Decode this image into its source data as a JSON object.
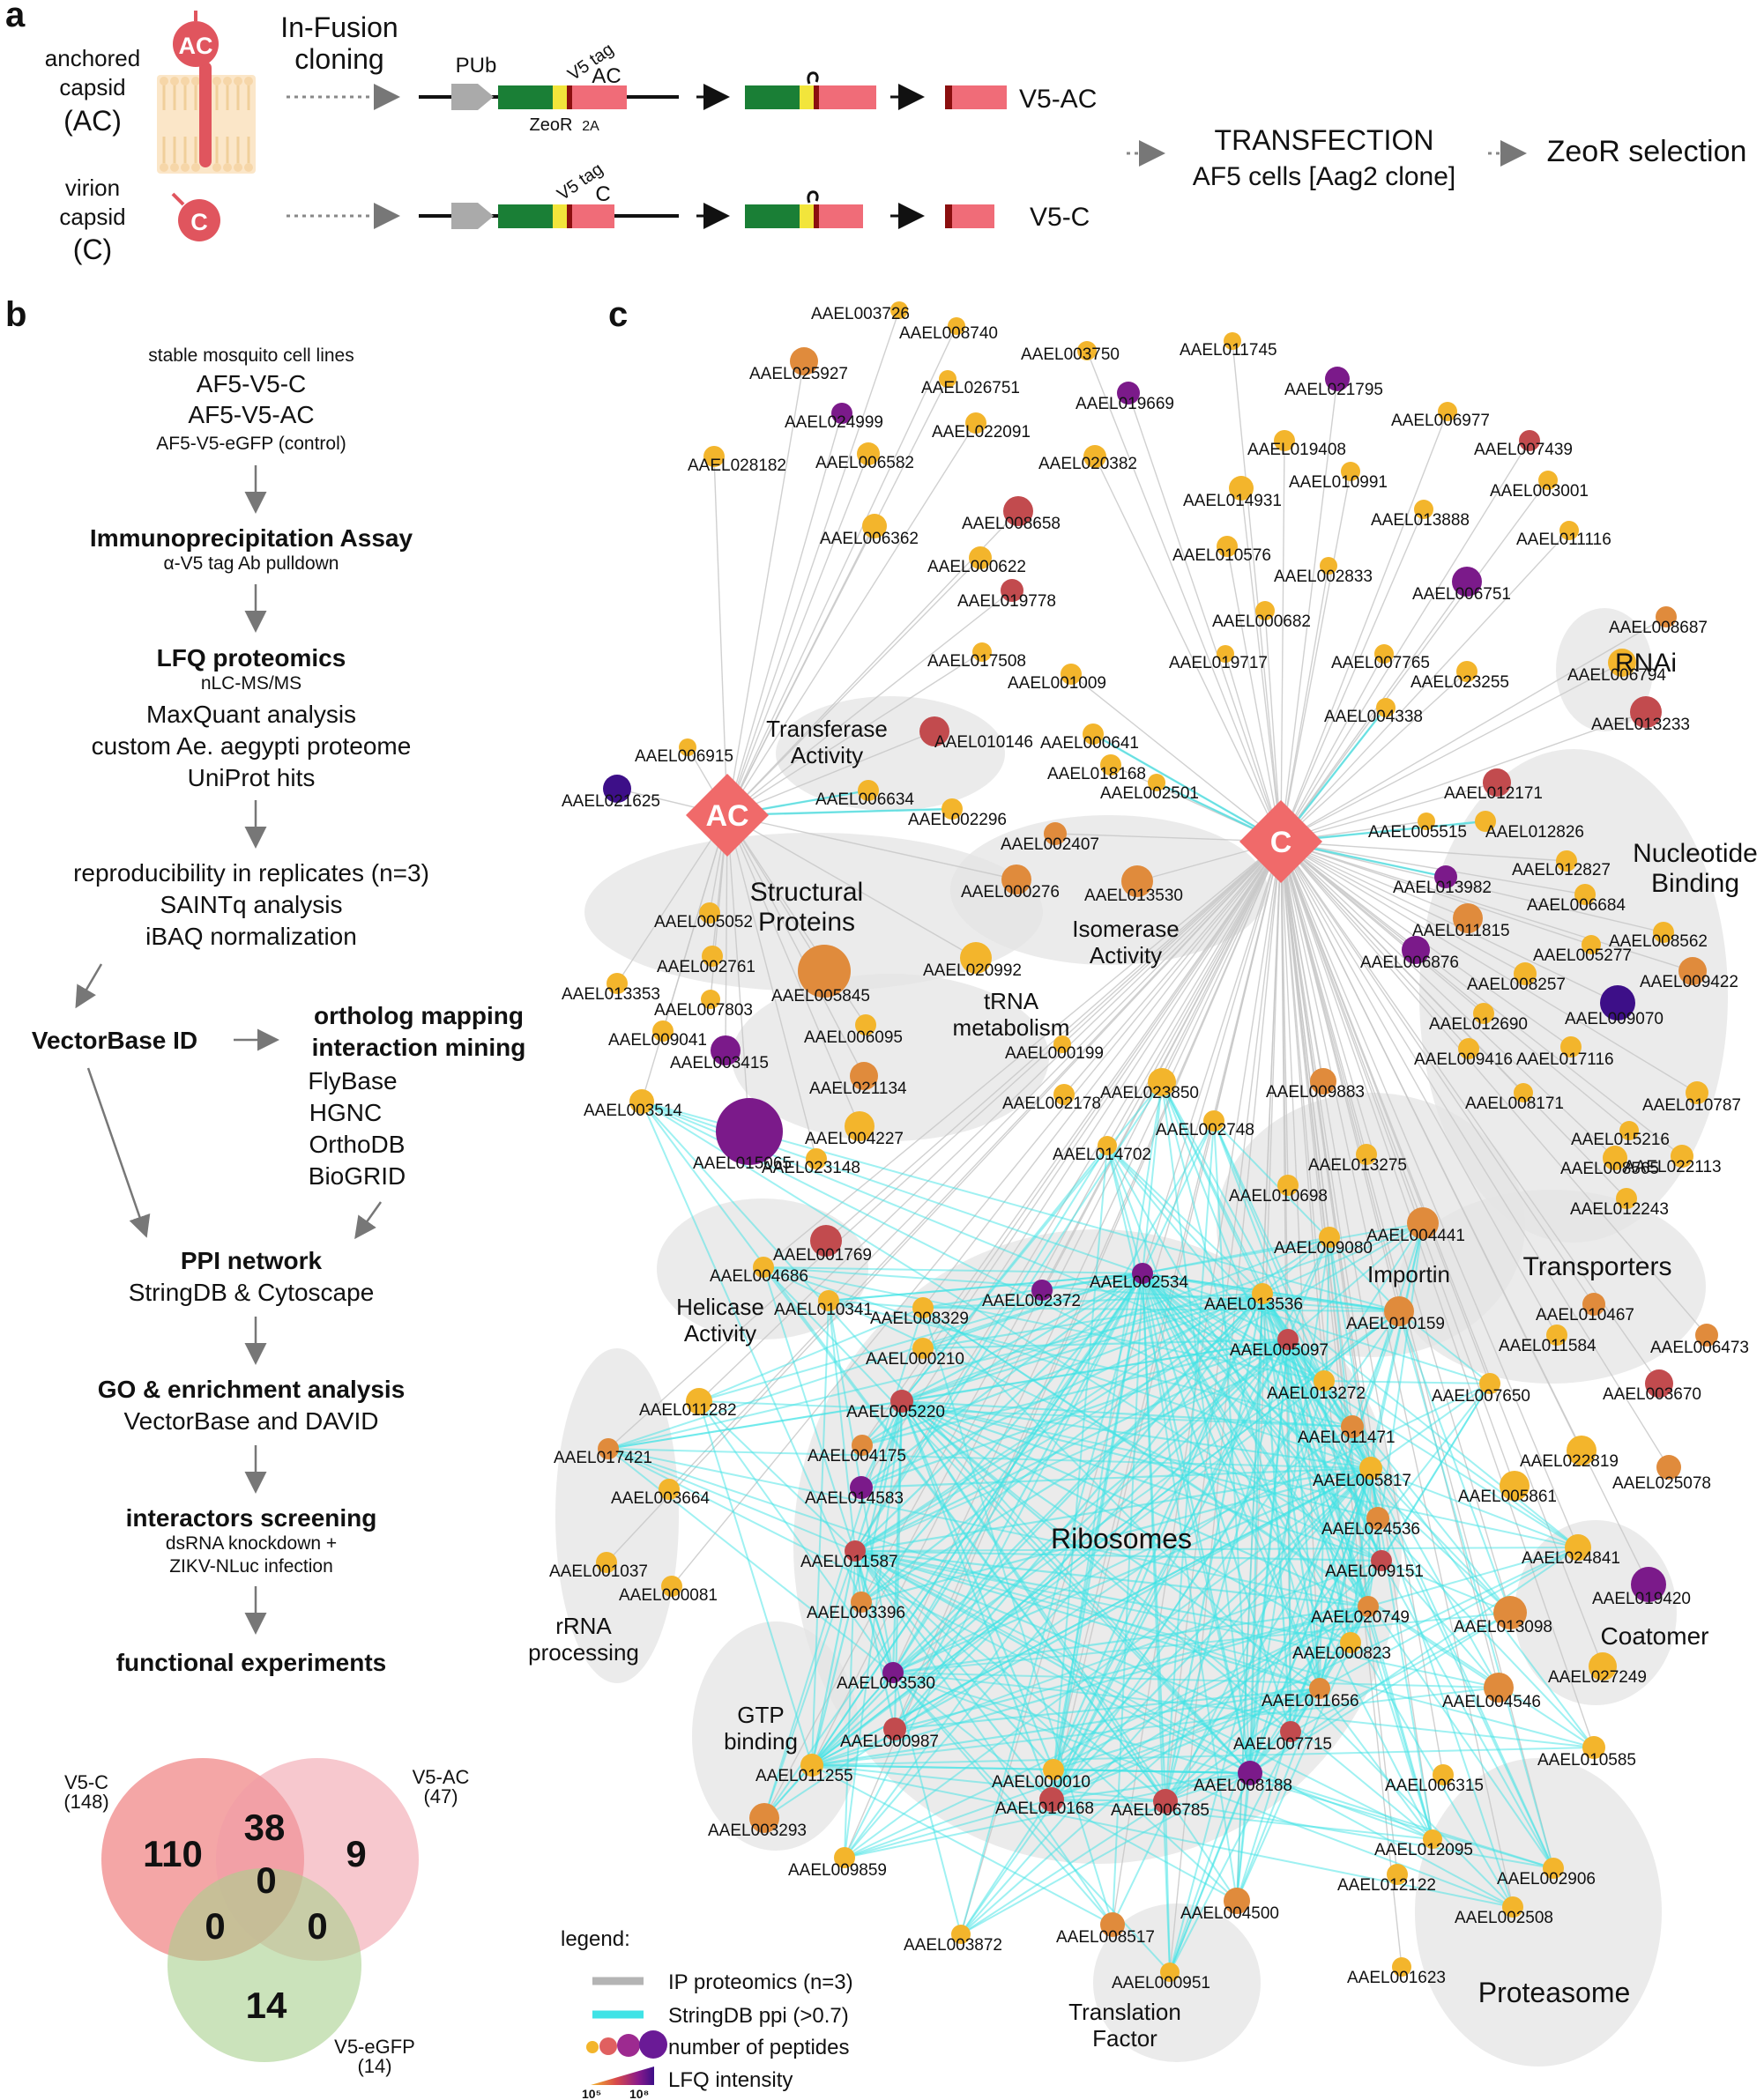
{
  "panel_a": {
    "letter": "a",
    "anchored": [
      "anchored",
      "capsid",
      "(AC)"
    ],
    "virion": [
      "virion",
      "capsid",
      "(C)"
    ],
    "ac_badge": "AC",
    "c_badge": "C",
    "infusion": [
      "In-Fusion",
      "cloning"
    ],
    "pub": "PUb",
    "zeor": "ZeoR",
    "t2a": "2A",
    "v5tag": "V5 tag",
    "ac_label": "AC",
    "c_label": "C",
    "v5ac": "V5-AC",
    "v5c": "V5-C",
    "transfection": "TRANSFECTION",
    "af5": "AF5 cells [Aag2 clone]",
    "zeor_selection": "ZeoR selection"
  },
  "panel_b": {
    "letter": "b",
    "lines": {
      "stable": "stable mosquito cell lines",
      "af5c": "AF5-V5-C",
      "af5ac": "AF5-V5-AC",
      "af5gfp": "AF5-V5-eGFP (control)",
      "ip": "Immunoprecipitation Assay",
      "ip_sub": "α-V5 tag Ab pulldown",
      "lfq": "LFQ proteomics",
      "nlc": "nLC-MS/MS",
      "maxquant": "MaxQuant analysis",
      "custom": "custom Ae. aegypti proteome",
      "uniprot": "UniProt hits",
      "repro": "reproducibility in replicates (n=3)",
      "saint": "SAINTq analysis",
      "ibaq": "iBAQ normalization",
      "vectorbase": "VectorBase ID",
      "ortho1": "ortholog mapping",
      "ortho2": "interaction mining",
      "flybase": "FlyBase",
      "hgnc": "HGNC",
      "orthodb": "OrthoDB",
      "biogrid": "BioGRID",
      "ppi": "PPI network",
      "string": "StringDB & Cytoscape",
      "go": "GO & enrichment analysis",
      "david": "VectorBase and DAVID",
      "screen": "interactors screening",
      "dsrna": "dsRNA knockdown +",
      "zikv": "ZIKV-NLuc infection",
      "functional": "functional experiments"
    },
    "venn": {
      "v5c": "V5-C",
      "v5c_n": "(148)",
      "v5ac": "V5-AC",
      "v5ac_n": "(47)",
      "gfp": "V5-eGFP",
      "gfp_n": "(14)",
      "only_c": "110",
      "c_ac": "38",
      "only_ac": "9",
      "center": "0",
      "c_gfp": "0",
      "ac_gfp": "0",
      "only_gfp": "14"
    }
  },
  "panel_c": {
    "letter": "c",
    "colors": {
      "cyan": "#3fe3e6",
      "gray": "#bdbdbd",
      "hub": "#f06a6a",
      "yellow": "#f3b52c",
      "orange": "#e08b3c",
      "red": "#c24b4e",
      "purple": "#7b1a8a",
      "indigo": "#3d0f88"
    },
    "baits": {
      "ac": "AC",
      "c": "C"
    },
    "clusters": [
      "Transferase Activity",
      "Structural Proteins",
      "Isomerase Activity",
      "tRNA metabolism",
      "RNAi",
      "Nucleotide Binding",
      "Importin",
      "Transporters",
      "Helicase Activity",
      "Ribosomes",
      "rRNA processing",
      "GTP binding",
      "Coatomer",
      "Translation Factor",
      "Proteasome"
    ],
    "proteins": [
      "AAEL003726",
      "AAEL008740",
      "AAEL003750",
      "AAEL011745",
      "AAEL021795",
      "AAEL025927",
      "AAEL026751",
      "AAEL019669",
      "AAEL024999",
      "AAEL022091",
      "AAEL006977",
      "AAEL019408",
      "AAEL007439",
      "AAEL028182",
      "AAEL006582",
      "AAEL020382",
      "AAEL014931",
      "AAEL010991",
      "AAEL003001",
      "AAEL013888",
      "AAEL008658",
      "AAEL011116",
      "AAEL006362",
      "AAEL010576",
      "AAEL000622",
      "AAEL002833",
      "AAEL019778",
      "AAEL006751",
      "AAEL000682",
      "AAEL008687",
      "AAEL017508",
      "AAEL019717",
      "AAEL007765",
      "AAEL006794",
      "AAEL001009",
      "AAEL023255",
      "AAEL013233",
      "AAEL004338",
      "AAEL000641",
      "AAEL010146",
      "AAEL006915",
      "AAEL018168",
      "AAEL002501",
      "AAEL021625",
      "AAEL006634",
      "AAEL002296",
      "AAEL012171",
      "AAEL012826",
      "AAEL005515",
      "AAEL002407",
      "AAEL012827",
      "AAEL013982",
      "AAEL000276",
      "AAEL013530",
      "AAEL006684",
      "AAEL011815",
      "AAEL005052",
      "AAEL008562",
      "AAEL006876",
      "AAEL005277",
      "AAEL002761",
      "AAEL020992",
      "AAEL009422",
      "AAEL013353",
      "AAEL005845",
      "AAEL008257",
      "AAEL007803",
      "AAEL009070",
      "AAEL012690",
      "AAEL009041",
      "AAEL006095",
      "AAEL003415",
      "AAEL000199",
      "AAEL009416",
      "AAEL017116",
      "AAEL021134",
      "AAEL023850",
      "AAEL009883",
      "AAEL003514",
      "AAEL002178",
      "AAEL008171",
      "AAEL010787",
      "AAEL004227",
      "AAEL002748",
      "AAEL015216",
      "AAEL015065",
      "AAEL014702",
      "AAEL022113",
      "AAEL008565",
      "AAEL023148",
      "AAEL013275",
      "AAEL012243",
      "AAEL010698",
      "AAEL004441",
      "AAEL001769",
      "AAEL009080",
      "AAEL004686",
      "AAEL002534",
      "AAEL010341",
      "AAEL002372",
      "AAEL013536",
      "AAEL010159",
      "AAEL010467",
      "AAEL006473",
      "AAEL008329",
      "AAEL005097",
      "AAEL011584",
      "AAEL000210",
      "AAEL013272",
      "AAEL007650",
      "AAEL003670",
      "AAEL011282",
      "AAEL005220",
      "AAEL011471",
      "AAEL004175",
      "AAEL022819",
      "AAEL017421",
      "AAEL005817",
      "AAEL025078",
      "AAEL014583",
      "AAEL005861",
      "AAEL003664",
      "AAEL024536",
      "AAEL011587",
      "AAEL009151",
      "AAEL024841",
      "AAEL001037",
      "AAEL019420",
      "AAEL000081",
      "AAEL003396",
      "AAEL020749",
      "AAEL013098",
      "AAEL000823",
      "AAEL003530",
      "AAEL011656",
      "AAEL004546",
      "AAEL027249",
      "AAEL007715",
      "AAEL000987",
      "AAEL008188",
      "AAEL011255",
      "AAEL000010",
      "AAEL010585",
      "AAEL010168",
      "AAEL006785",
      "AAEL006315",
      "AAEL003293",
      "AAEL012095",
      "AAEL002906",
      "AAEL009859",
      "AAEL012122",
      "AAEL004500",
      "AAEL002508",
      "AAEL003872",
      "AAEL008517",
      "AAEL000951",
      "AAEL001623"
    ],
    "legend": {
      "title": "legend:",
      "ip": "IP proteomics (n=3)",
      "string": "StringDB ppi (>0.7)",
      "peptides": "number of peptides",
      "lfq": "LFQ intensity",
      "lo": "10⁵",
      "hi": "10⁸"
    }
  }
}
